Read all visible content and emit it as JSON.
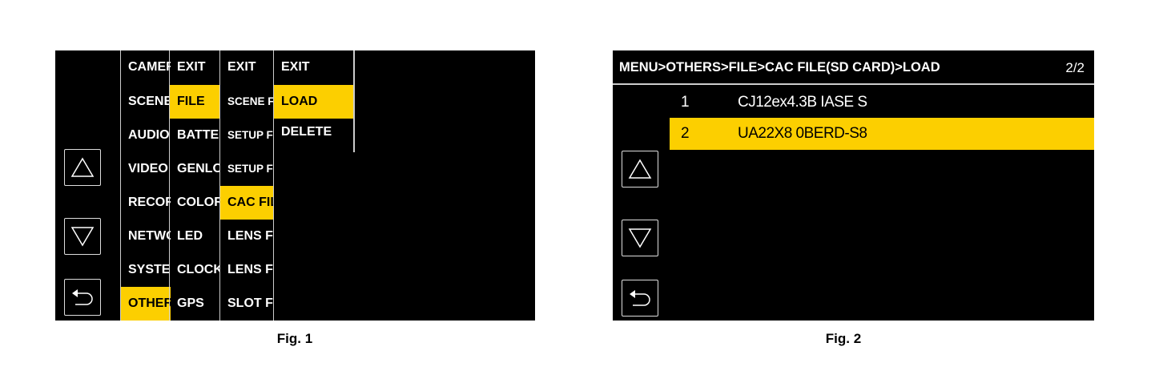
{
  "fig1": {
    "caption": "Fig. 1",
    "columns": [
      {
        "items": [
          "CAMERA",
          "SCENE FILE",
          "AUDIO",
          "VIDEO",
          "RECORDING",
          "NETWORK",
          "SYSTEM",
          "OTHERS"
        ],
        "selected": 7
      },
      {
        "items": [
          "EXIT",
          "FILE",
          "BATTERY",
          "GENLOCK",
          "COLOR BAR",
          "LED",
          "CLOCK",
          "GPS"
        ],
        "selected": 1
      },
      {
        "items": [
          "EXIT",
          "SCENE FILE",
          "SETUP FILE",
          "SETUP FILE",
          "CAC FILE",
          "LENS FILE",
          "LENS FILE",
          "SLOT F"
        ],
        "selected": 4
      },
      {
        "items": [
          "EXIT",
          "LOAD",
          "DELETE"
        ],
        "selected": 1
      }
    ]
  },
  "fig2": {
    "caption": "Fig. 2",
    "breadcrumb": "MENU>OTHERS>FILE>CAC FILE(SD CARD)>LOAD",
    "page": "2/2",
    "rows": [
      {
        "num": "1",
        "name": "CJ12ex4.3B IASE S",
        "selected": false
      },
      {
        "num": "2",
        "name": "UA22X8 0BERD-S8",
        "selected": true
      }
    ]
  },
  "icons": {
    "up": "triangle-up-icon",
    "down": "triangle-down-icon",
    "back": "return-arrow-icon"
  },
  "colors": {
    "highlight": "#fccf00",
    "background": "#000000"
  }
}
